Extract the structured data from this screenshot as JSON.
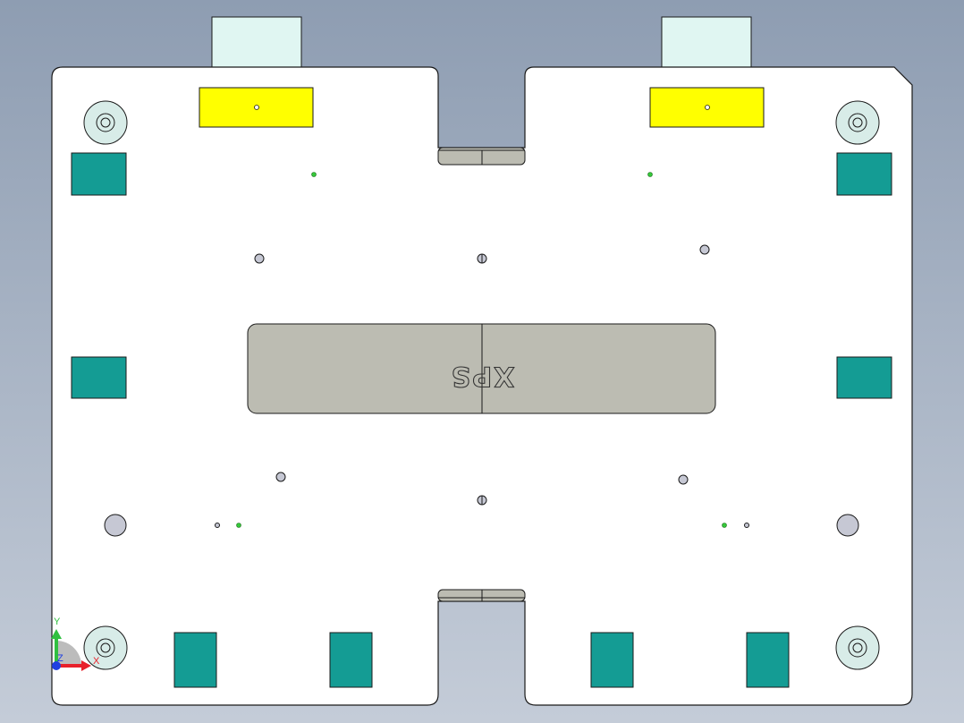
{
  "model": {
    "engraving": "XPS"
  },
  "colors": {
    "background_top": "#8e9db2",
    "background_bottom": "#c4ccd8",
    "plate": "#ffffff",
    "outline": "#1a1a1a",
    "pad": "#149c94",
    "yellow_block": "#ffff00",
    "top_tab": "#e0f6f2",
    "insert": "#bcbcb2",
    "boss": "#d8ece8",
    "hole": "#c6c8d4",
    "marker": "#35c83a"
  },
  "triad": {
    "x_label": "X",
    "y_label": "Y",
    "z_label": "Z",
    "x_color": "#e8202a",
    "y_color": "#30c040",
    "z_color": "#2040e0"
  }
}
